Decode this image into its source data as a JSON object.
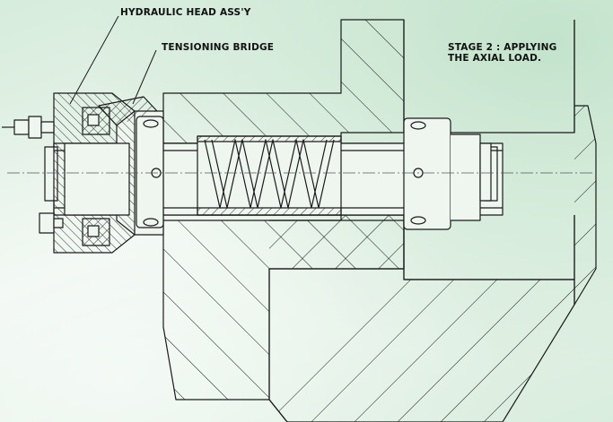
{
  "labels": {
    "hydraulic_head": "HYDRAULIC HEAD ASS'Y",
    "tensioning_bridge": "TENSIONING BRIDGE",
    "stage_line1": "STAGE 2 : APPLYING",
    "stage_line2": "THE AXIAL LOAD."
  },
  "colors": {
    "background": "#e7f2e9",
    "line": "#1a1a1a",
    "centerline": "#555555"
  }
}
